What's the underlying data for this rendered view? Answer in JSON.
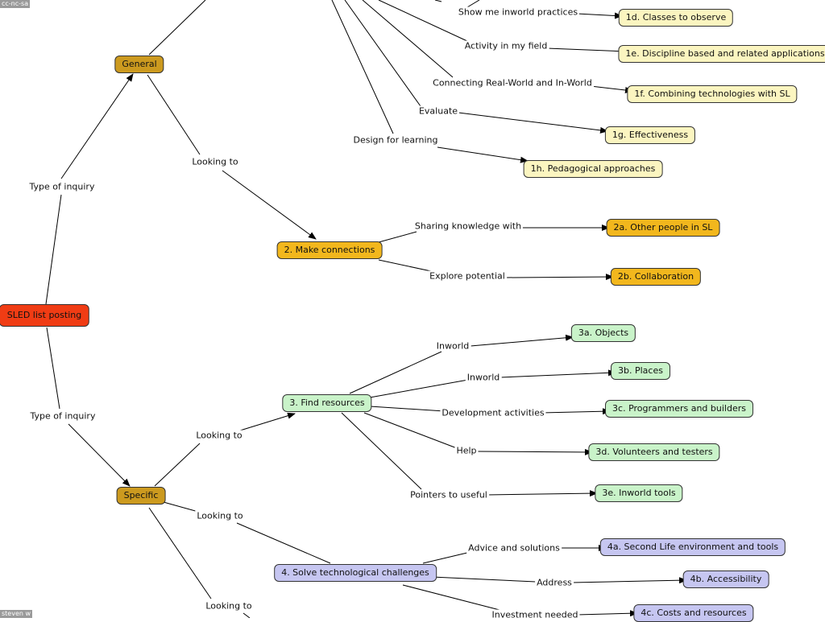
{
  "corner": {
    "top_left": "cc-nc-sa",
    "bottom_left": "steven w"
  },
  "nodes": {
    "root": "SLED list posting",
    "general": "General",
    "specific": "Specific",
    "n1d": "1d. Classes to observe",
    "n1e": "1e. Discipline based and related applications",
    "n1f": "1f. Combining technologies with SL",
    "n1g": "1g. Effectiveness",
    "n1h": "1h. Pedagogical approaches",
    "n2": "2. Make connections",
    "n2a": "2a. Other people in SL",
    "n2b": "2b. Collaboration",
    "n3": "3. Find resources",
    "n3a": "3a. Objects",
    "n3b": "3b. Places",
    "n3c": "3c. Programmers and builders",
    "n3d": "3d. Volunteers and testers",
    "n3e": "3e. Inworld tools",
    "n4": "4. Solve technological challenges",
    "n4a": "4a. Second Life environment and tools",
    "n4b": "4b. Accessibility",
    "n4c": "4c. Costs and resources"
  },
  "labels": {
    "show_inworld": "Show me inworld practices",
    "activity_field": "Activity in my field",
    "connecting": "Connecting Real-World and In-World",
    "evaluate": "Evaluate",
    "design": "Design for learning",
    "type_inquiry_top": "Type of inquiry",
    "looking_to_general": "Looking to",
    "sharing": "Sharing knowledge with",
    "explore": "Explore potential",
    "inworld_a": "Inworld",
    "inworld_b": "Inworld",
    "development": "Development activities",
    "help": "Help",
    "pointers": "Pointers to useful",
    "type_inquiry_bottom": "Type of inquiry",
    "looking_to_specific1": "Looking to",
    "looking_to_specific2": "Looking to",
    "looking_to_specific3": "Looking to",
    "advice": "Advice and solutions",
    "address": "Address",
    "investment": "Investment needed"
  },
  "colors": {
    "root": "#f03c14",
    "category": "#cc9a1f",
    "group1": "#fbf5c0",
    "group2": "#f2b71d",
    "group3": "#c9f3c9",
    "group4": "#c6c6f1"
  }
}
